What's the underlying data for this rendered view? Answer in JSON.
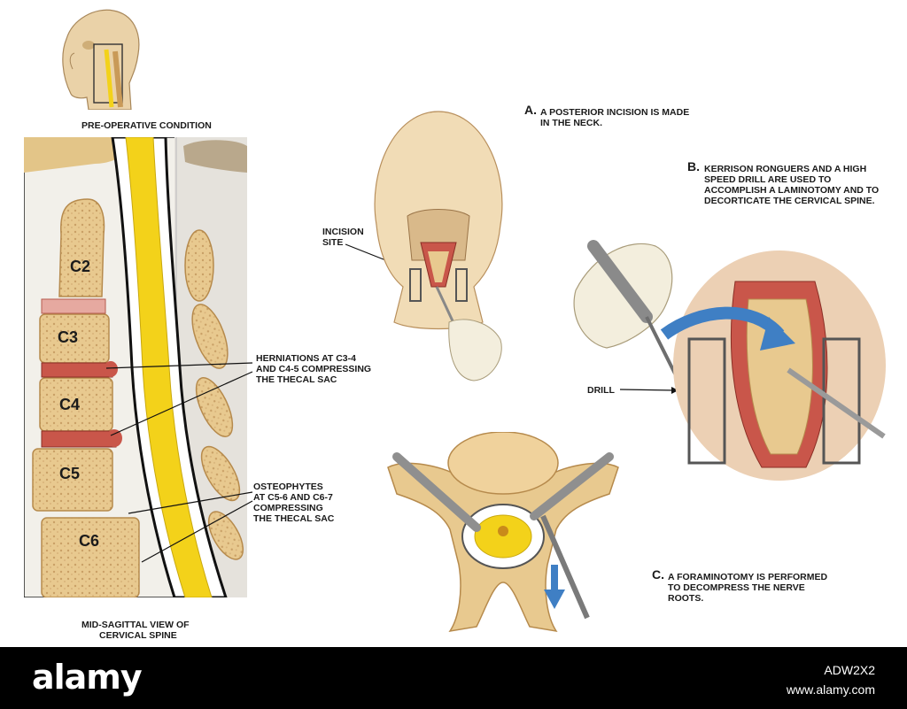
{
  "header": {
    "preop_caption": "PRE-OPERATIVE CONDITION"
  },
  "sagittal": {
    "caption_line1": "MID-SAGITTAL VIEW OF",
    "caption_line2": "CERVICAL SPINE",
    "vertebrae": [
      "C2",
      "C3",
      "C4",
      "C5",
      "C6"
    ],
    "herniation_label": "HERNIATIONS AT C3-4\nAND C4-5 COMPRESSING\nTHE THECAL SAC",
    "osteophyte_label": "OSTEOPHYTES\nAT C5-6 AND C6-7\nCOMPRESSING\nTHE THECAL SAC"
  },
  "steps": {
    "a_letter": "A.",
    "a_text": "A POSTERIOR INCISION IS MADE\nIN THE NECK.",
    "b_letter": "B.",
    "b_text": "KERRISON RONGUERS AND A HIGH\nSPEED DRILL ARE USED TO\nACCOMPLISH A LAMINOTOMY AND TO\nDECORTICATE THE CERVICAL SPINE.",
    "c_letter": "C.",
    "c_text": "A FORAMINOTOMY IS PERFORMED\nTO DECOMPRESS THE NERVE\nROOTS."
  },
  "callouts": {
    "incision_site": "INCISION\nSITE",
    "drill": "DRILL"
  },
  "footer": {
    "logo": "alamy",
    "image_id": "ADW2X2",
    "site": "www.alamy.com"
  },
  "colors": {
    "bone": "#e8c98f",
    "bone_dark": "#c79a55",
    "cord": "#f3d21a",
    "disc": "#c9564a",
    "skin": "#f1dcb6",
    "arrow_blue": "#3f7fc4"
  }
}
